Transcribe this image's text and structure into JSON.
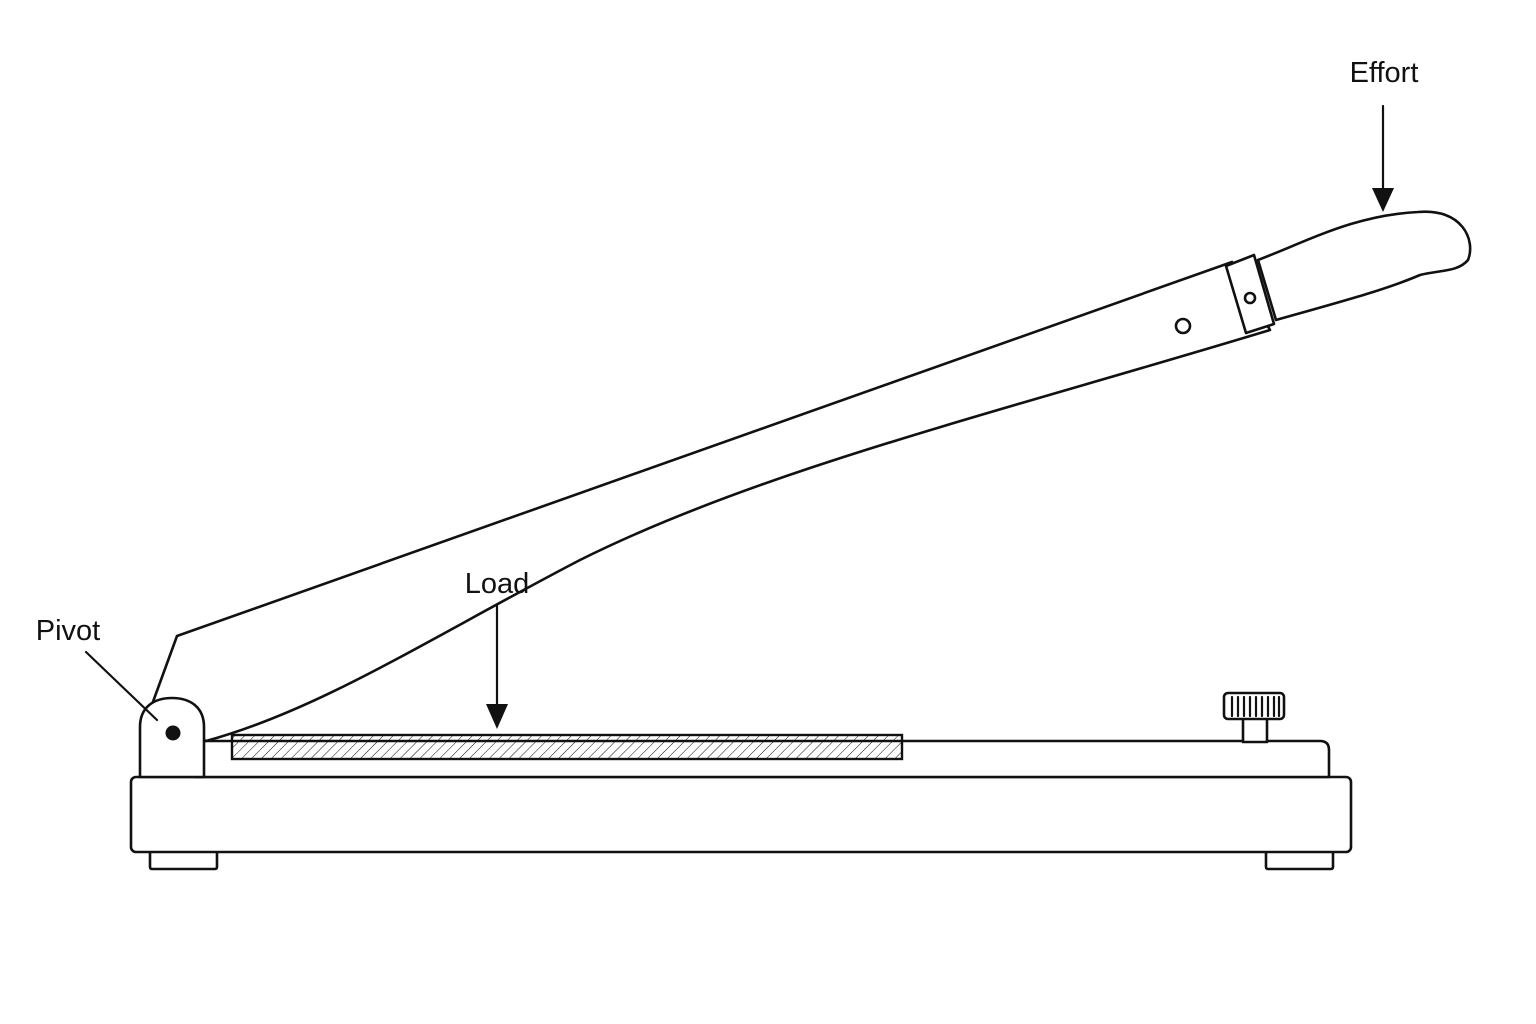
{
  "labels": {
    "effort": "Effort",
    "load": "Load",
    "pivot": "Pivot"
  },
  "colors": {
    "line": "#111111",
    "background": "#ffffff"
  }
}
